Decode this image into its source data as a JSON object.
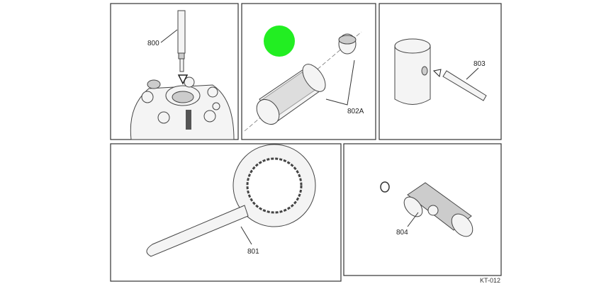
{
  "panels": [
    {
      "id": "800",
      "label": "800"
    },
    {
      "id": "802A",
      "label": "802A"
    },
    {
      "id": "803",
      "label": "803"
    },
    {
      "id": "801",
      "label": "801"
    },
    {
      "id": "804",
      "label": "804"
    }
  ],
  "figure_code": "KT-012",
  "colors": {
    "marker": "#22ee22",
    "frame": "#333333"
  }
}
